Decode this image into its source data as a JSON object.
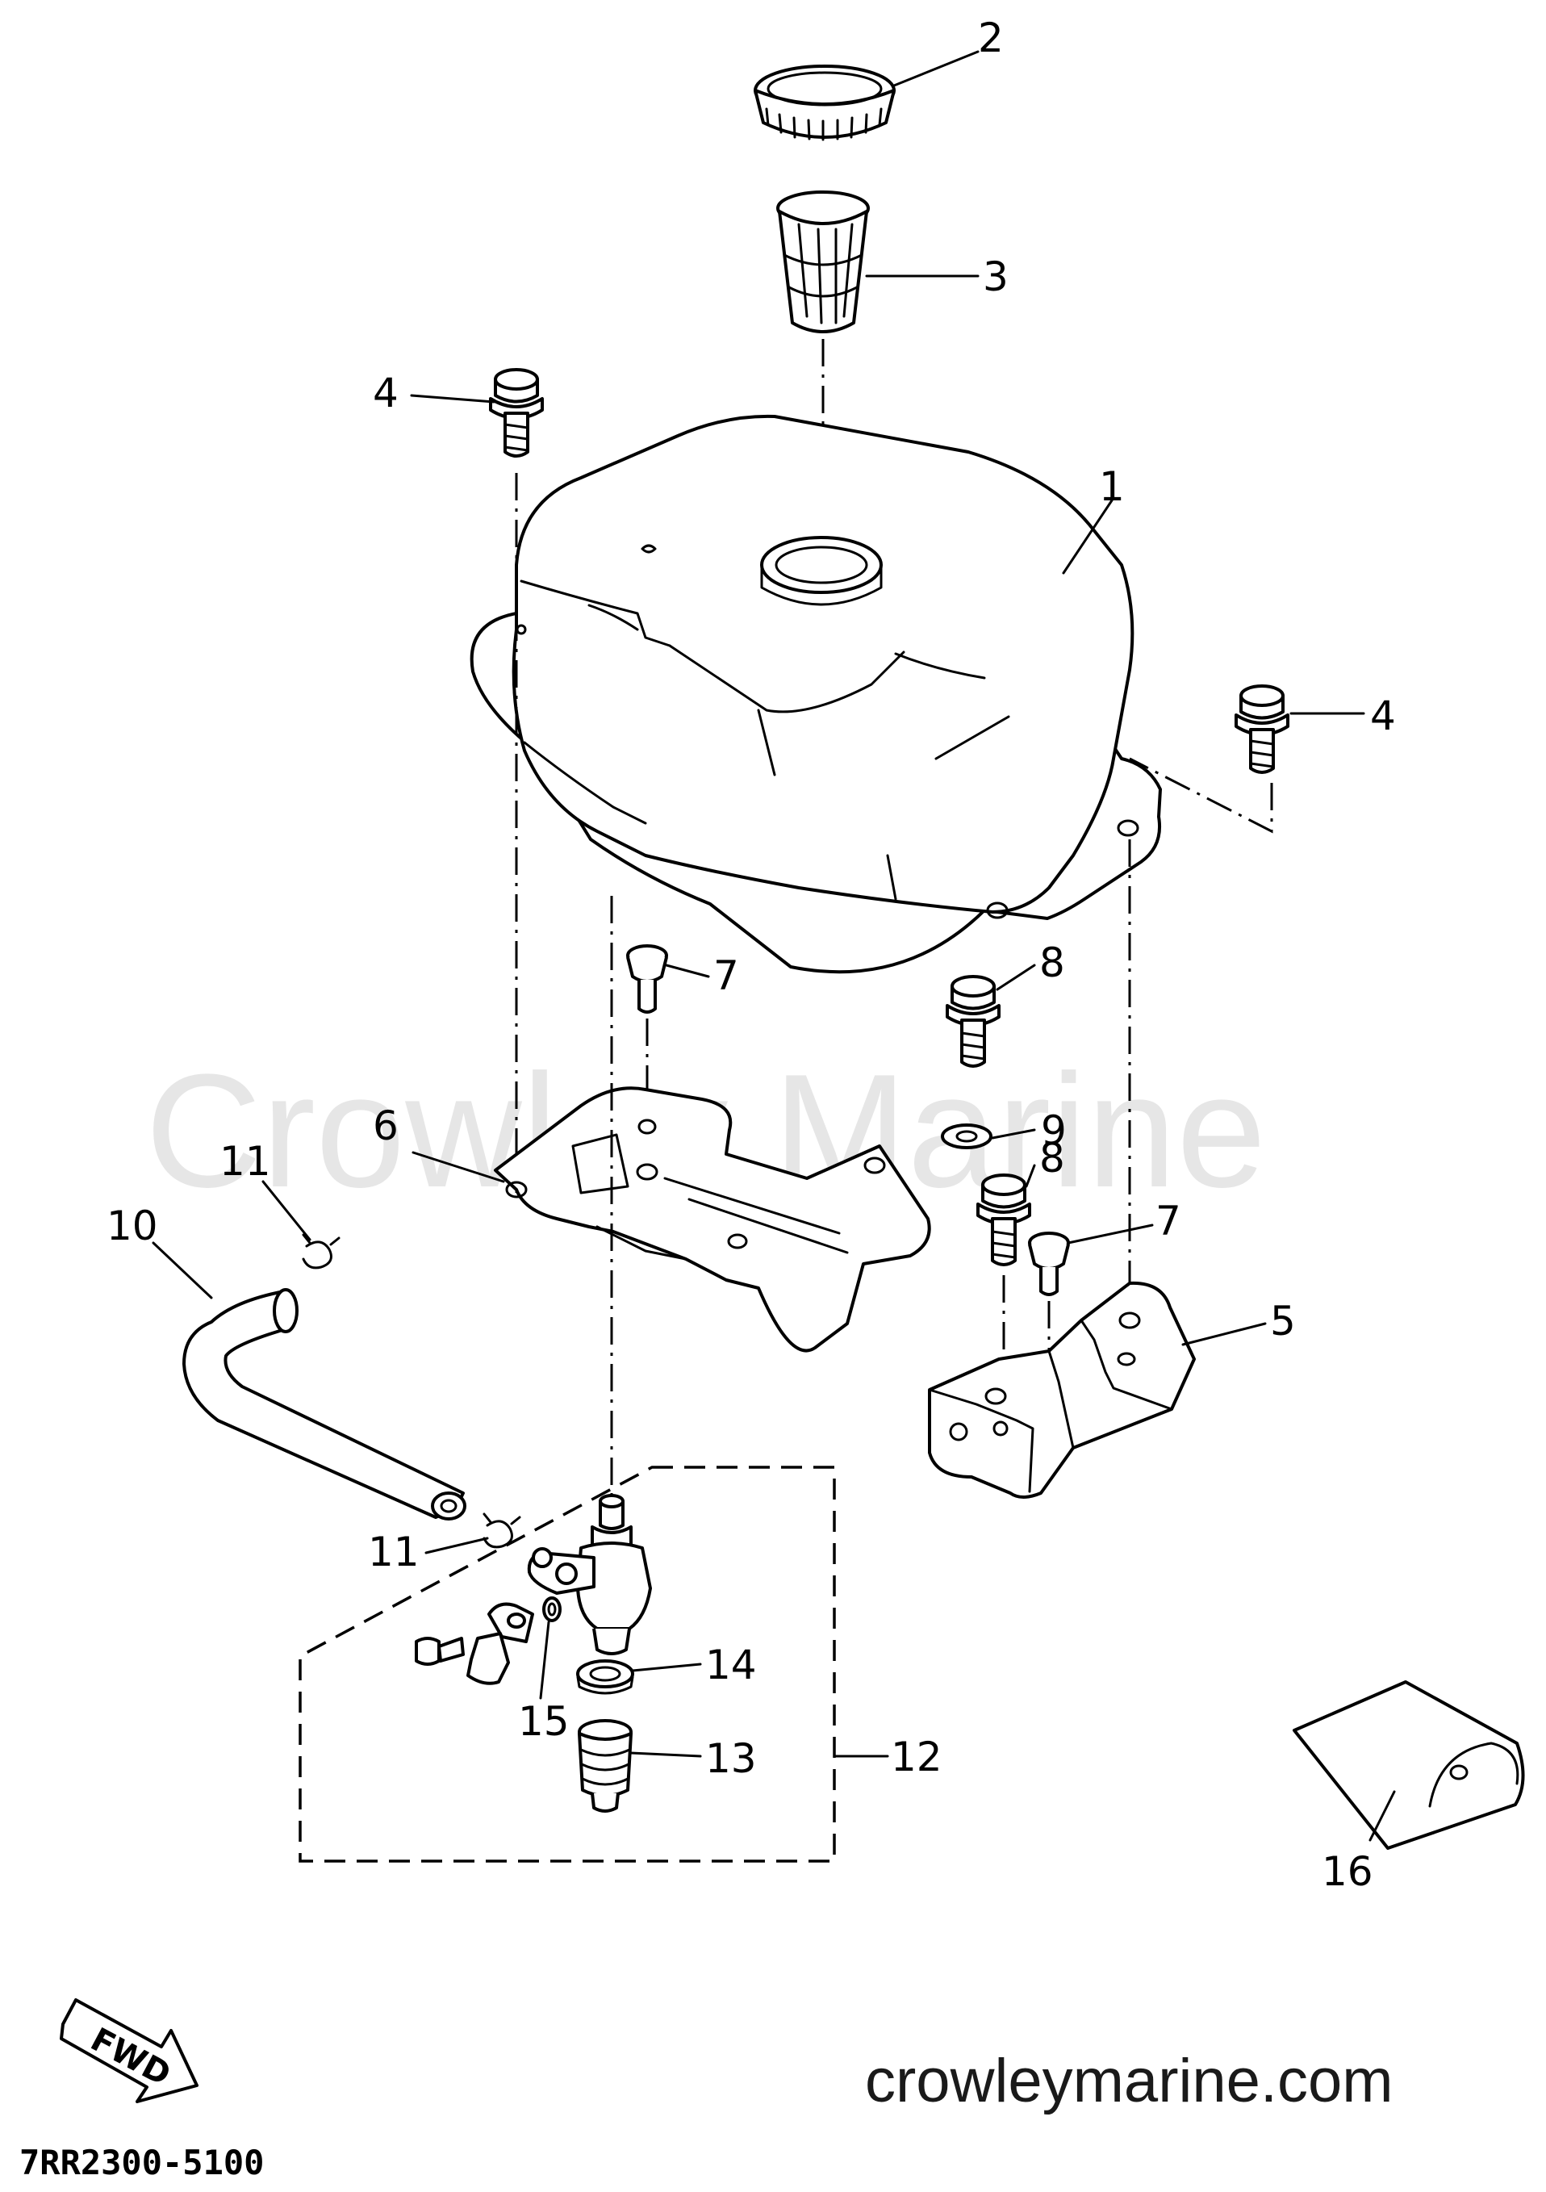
{
  "diagram": {
    "watermark": "Crowley Marine",
    "website": "crowleymarine.com",
    "drawing_code": "7RR2300-5100",
    "direction_label": "FWD",
    "callouts": {
      "c1": "1",
      "c2": "2",
      "c3": "3",
      "c4a": "4",
      "c4b": "4",
      "c5": "5",
      "c6": "6",
      "c7a": "7",
      "c7b": "7",
      "c8a": "8",
      "c8b": "8",
      "c9": "9",
      "c10": "10",
      "c11a": "11",
      "c11b": "11",
      "c12": "12",
      "c13": "13",
      "c14": "14",
      "c15": "15",
      "c16": "16"
    }
  }
}
